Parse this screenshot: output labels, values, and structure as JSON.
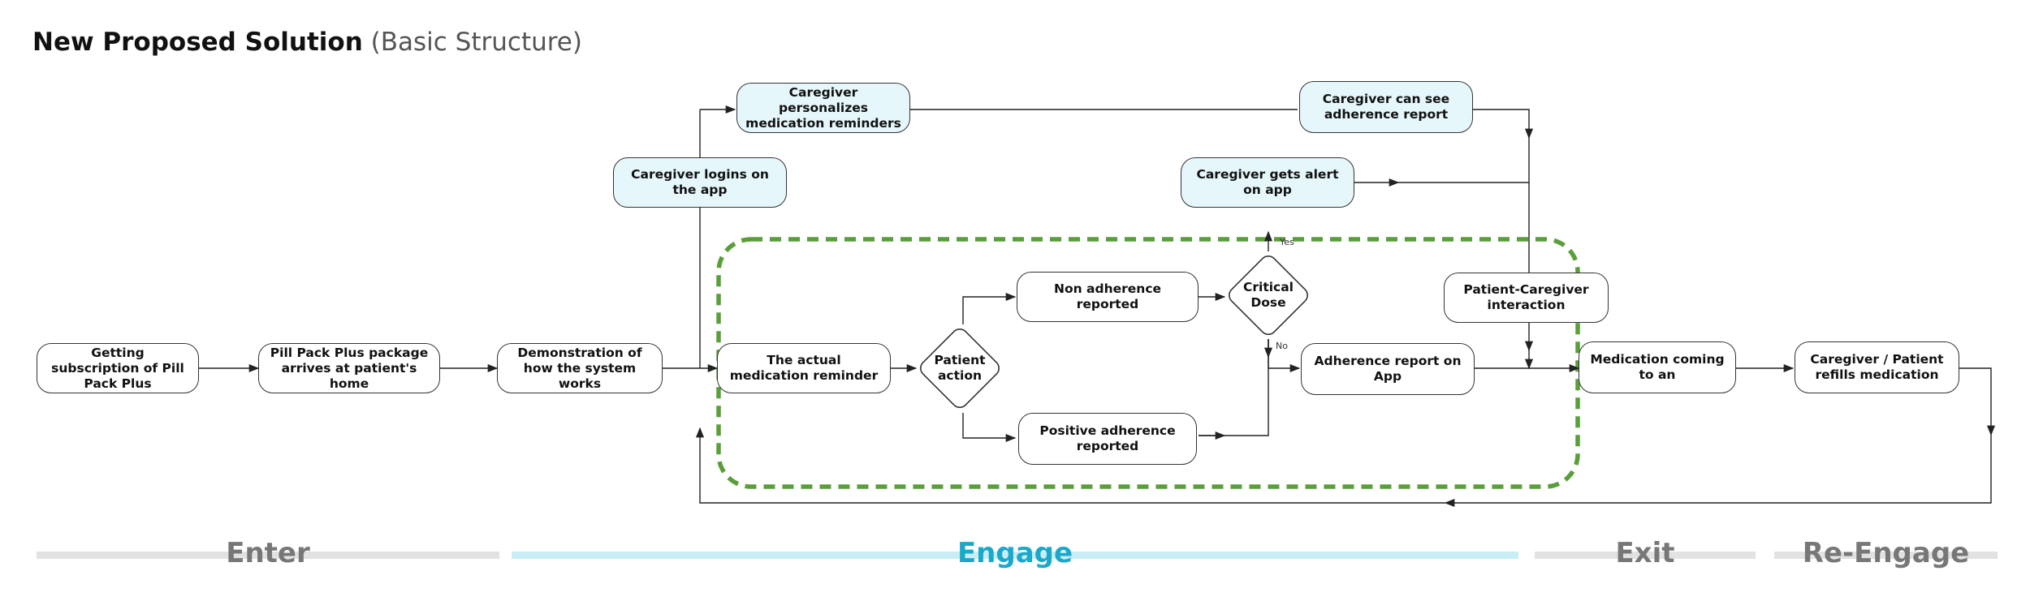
{
  "title": {
    "bold": "New Proposed Solution",
    "light": "(Basic Structure)"
  },
  "nodes": {
    "subscription": "Getting subscription of Pill Pack Plus",
    "package": "Pill Pack Plus package arrives at patient's home",
    "demo": "Demonstration of how the system works",
    "reminder": "The actual medication reminder",
    "patient_action": "Patient action",
    "non_adherence": "Non adherence reported",
    "positive_adherence": "Positive adherence reported",
    "critical_dose": "Critical Dose",
    "adherence_report": "Adherence report on App",
    "medication_coming": "Medication coming to an",
    "refill": "Caregiver / Patient refills medication",
    "caregiver_login": "Caregiver logins on the app",
    "caregiver_personalize": "Caregiver personalizes medication reminders",
    "caregiver_see_report": "Caregiver can see adherence report",
    "caregiver_alert": "Caregiver gets alert on app",
    "patient_caregiver": "Patient-Caregiver interaction"
  },
  "edge_labels": {
    "yes": "Yes",
    "no": "No"
  },
  "phases": {
    "enter": "Enter",
    "engage": "Engage",
    "exit": "Exit",
    "reengage": "Re-Engage"
  },
  "colors": {
    "engage_accent": "#1ba8c9",
    "phase_gray": "#777777",
    "bar_gray": "#e2e2e2",
    "bar_blue": "#c9edf4",
    "dashed_green": "#5a9e3a",
    "caregiver_box": "#e6f7fc"
  }
}
